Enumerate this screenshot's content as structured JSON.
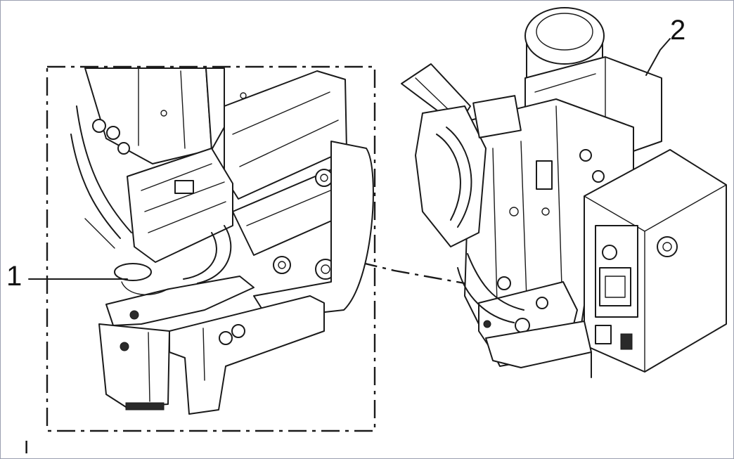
{
  "callouts": {
    "one": "1",
    "two": "2",
    "bottom_mark": "I"
  },
  "colors": {
    "ink": "#1a1a1a",
    "paper": "#ffffff",
    "frame": "#9a9fb0"
  }
}
